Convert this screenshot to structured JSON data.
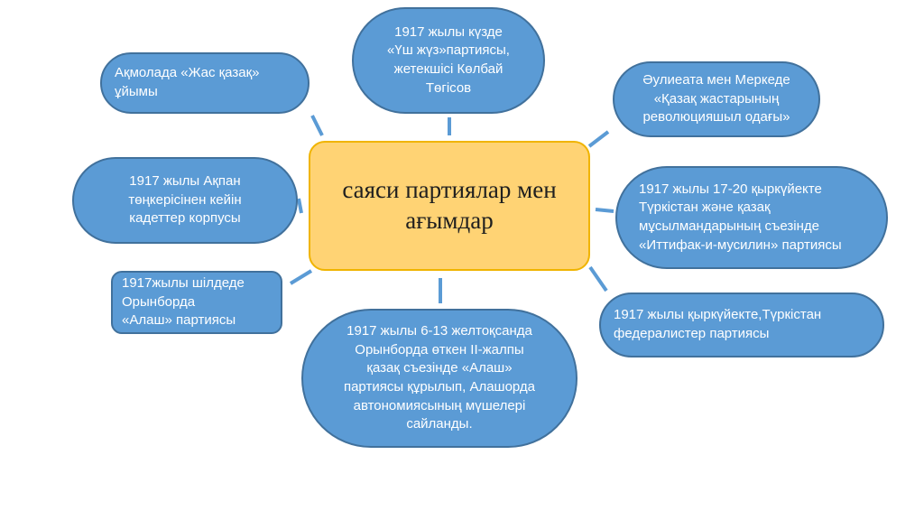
{
  "center": {
    "title": "саяси партиялар мен\nағымдар"
  },
  "nodes": [
    {
      "id": "top",
      "text": "1917 жылы күзде\n«Үш жүз»партиясы,\nжетекшісі Көлбай\nТөгісов"
    },
    {
      "id": "akmola",
      "text": "Ақмолада  «Жас  қазақ»\nұйымы"
    },
    {
      "id": "aulieata",
      "text": "Әулиеата мен Меркеде\n«Қазақ жастарының\nреволюцияшыл одағы»"
    },
    {
      "id": "kadets",
      "text": "1917 жылы Ақпан\nтөңкерісінен кейін\nкадеттер корпусы"
    },
    {
      "id": "ittifak",
      "text": "1917 жылы 17-20 қыркүйекте\nТүркістан және қазақ\nмұсылмандарының съезінде\n«Иттифак-и-мусилин» партиясы"
    },
    {
      "id": "alash",
      "text": "1917жылы  шілдеде\nОрынборда\n«Алаш» партиясы"
    },
    {
      "id": "federalists",
      "text": "1917  жылы  қыркүйекте,Түркістан\nфедералистер партиясы"
    },
    {
      "id": "congress",
      "text": "1917 жылы 6-13 желтоқсанда\nОрынборда өткен ІІ-жалпы\nқазақ съезінде «Алаш»\nпартиясы  құрылып, Алашорда\nавтономиясының мүшелері\nсайланды."
    }
  ],
  "colors": {
    "bubble_fill": "#5b9bd5",
    "bubble_border": "#41719c",
    "center_fill": "#ffd374",
    "center_border": "#f0b400",
    "connector": "#5b9bd5"
  }
}
